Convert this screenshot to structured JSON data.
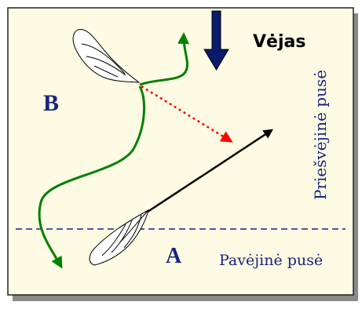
{
  "labels": {
    "point_b": "B",
    "point_a": "A",
    "wind": "Vėjas",
    "leeward_side": "Pavėjinė pusė",
    "windward_side": "Priešvėjinė pusė"
  },
  "colors": {
    "background": "#fdfbe3",
    "frame": "#222222",
    "shadow": "#8a8a8a",
    "navy_text": "#1a237e",
    "green_path": "#008000",
    "red_arrow": "#ff0000",
    "wind_arrow": "#0b1a6b",
    "black": "#000000"
  }
}
